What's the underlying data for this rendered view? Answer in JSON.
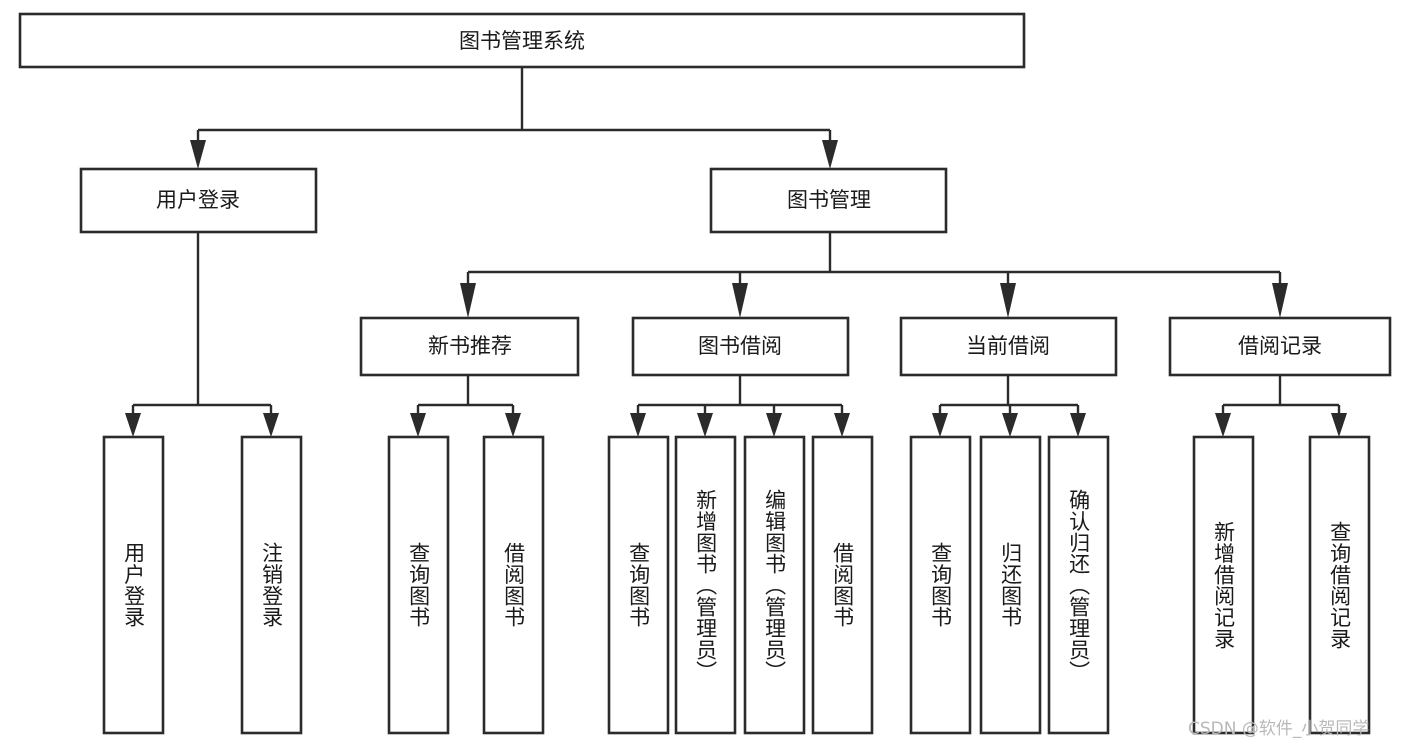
{
  "diagram": {
    "type": "tree",
    "title": "图书管理系统",
    "orientation": "top-down",
    "colors": {
      "box_fill": "#ffffff",
      "box_stroke": "#2b2b2b",
      "text": "#1a1a1a",
      "watermark": "#b9b9b9",
      "background": "#ffffff"
    },
    "root": {
      "label": "图书管理系统"
    },
    "level1": [
      {
        "label": "用户登录"
      },
      {
        "label": "图书管理"
      }
    ],
    "level2": [
      {
        "label": "新书推荐"
      },
      {
        "label": "图书借阅"
      },
      {
        "label": "当前借阅"
      },
      {
        "label": "借阅记录"
      }
    ],
    "leaves": {
      "user_login": [
        {
          "label": "用户登录"
        },
        {
          "label": "注销登录"
        }
      ],
      "new_book_recommend": [
        {
          "label": "查询图书"
        },
        {
          "label": "借阅图书"
        }
      ],
      "book_borrow": [
        {
          "label": "查询图书"
        },
        {
          "label": "新增图书（管理员）"
        },
        {
          "label": "编辑图书（管理员）"
        },
        {
          "label": "借阅图书"
        }
      ],
      "current_borrow": [
        {
          "label": "查询图书"
        },
        {
          "label": "归还图书"
        },
        {
          "label": "确认归还（管理员）"
        }
      ],
      "borrow_record": [
        {
          "label": "新增借阅记录"
        },
        {
          "label": "查询借阅记录"
        }
      ]
    },
    "watermark": "CSDN @软件_小贺同学"
  }
}
